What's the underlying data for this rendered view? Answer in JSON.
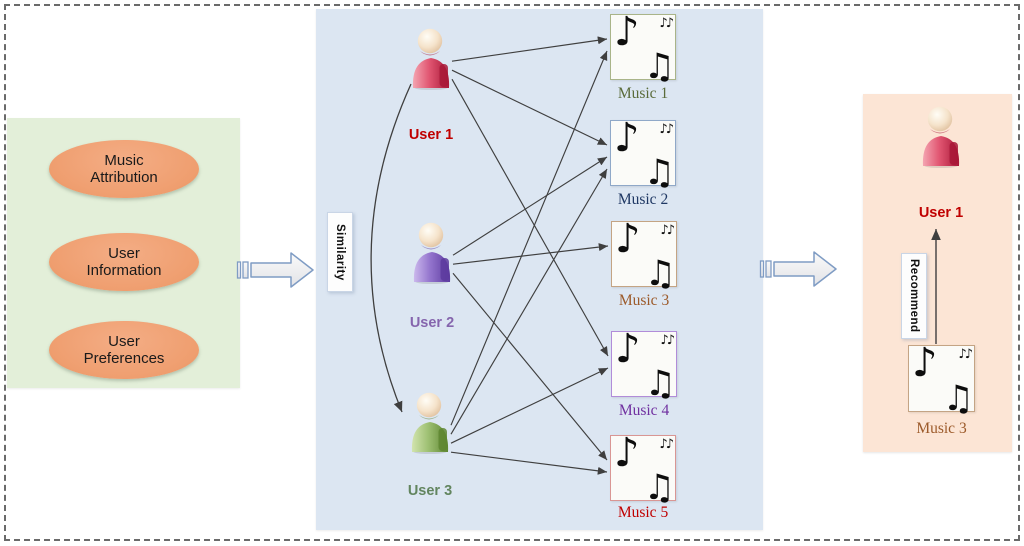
{
  "diagram": {
    "inputs_panel": {
      "bg_color": "#e3efd9",
      "ellipse_color": "#ef9e6f",
      "items": [
        {
          "label": "Music Attribution"
        },
        {
          "label": "User Information"
        },
        {
          "label": "User Preferences"
        }
      ]
    },
    "matching_panel": {
      "bg_color": "#dce6f2",
      "similarity_label": "Similarity",
      "users": [
        {
          "id": "user-1",
          "label": "User 1",
          "label_color": "#c00000",
          "body_colors": [
            "#f4a5b1",
            "#e15672",
            "#a81737"
          ]
        },
        {
          "id": "user-2",
          "label": "User 2",
          "label_color": "#8565ad",
          "body_colors": [
            "#cbb8ec",
            "#9374cd",
            "#5d3b9f"
          ]
        },
        {
          "id": "user-3",
          "label": "User 3",
          "label_color": "#62855f",
          "body_colors": [
            "#d2e4ae",
            "#9ec073",
            "#5e8631"
          ]
        }
      ],
      "music": [
        {
          "id": "music-1",
          "label": "Music 1",
          "label_color": "#5a6b3a",
          "border_color": "#a9b489"
        },
        {
          "id": "music-2",
          "label": "Music 2",
          "label_color": "#1f3864",
          "border_color": "#8fa8c8"
        },
        {
          "id": "music-3",
          "label": "Music 3",
          "label_color": "#9c5a2a",
          "border_color": "#c4a484"
        },
        {
          "id": "music-4",
          "label": "Music 4",
          "label_color": "#7030a0",
          "border_color": "#b18cd9"
        },
        {
          "id": "music-5",
          "label": "Music 5",
          "label_color": "#c00000",
          "border_color": "#d99694"
        }
      ],
      "edges": [
        {
          "from": "user-1",
          "to": "music-1"
        },
        {
          "from": "user-1",
          "to": "music-2"
        },
        {
          "from": "user-1",
          "to": "music-4"
        },
        {
          "from": "user-2",
          "to": "music-2"
        },
        {
          "from": "user-2",
          "to": "music-3"
        },
        {
          "from": "user-2",
          "to": "music-5"
        },
        {
          "from": "user-3",
          "to": "music-1"
        },
        {
          "from": "user-3",
          "to": "music-2"
        },
        {
          "from": "user-3",
          "to": "music-4"
        },
        {
          "from": "user-3",
          "to": "music-5"
        }
      ],
      "similarity_edge": {
        "from": "user-1",
        "to": "user-3"
      }
    },
    "output_panel": {
      "bg_color": "#fce5d5",
      "recommend_label": "Recommend",
      "user": {
        "id": "out-user-1",
        "label": "User 1",
        "label_color": "#c00000",
        "body_colors": [
          "#f4a5b1",
          "#e15672",
          "#a81737"
        ]
      },
      "music": {
        "id": "out-music-3",
        "label": "Music 3",
        "label_color": "#9c5a2a",
        "border_color": "#c4a484"
      }
    },
    "edge_color": "#3f3f3f"
  }
}
